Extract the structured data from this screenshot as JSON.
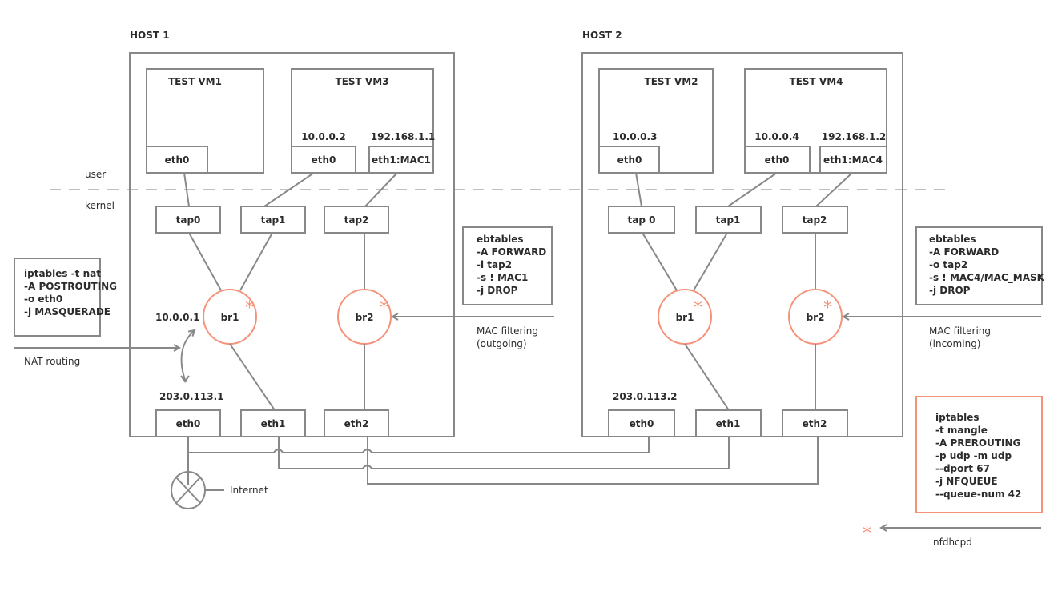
{
  "layers": {
    "user": "user",
    "kernel": "kernel"
  },
  "hosts": [
    {
      "title": "HOST 1",
      "vms": [
        {
          "title": "TEST VM1",
          "ifaces": [
            {
              "name": "eth0",
              "ip": ""
            }
          ]
        },
        {
          "title": "TEST VM3",
          "ifaces": [
            {
              "name": "eth0",
              "ip": "10.0.0.2"
            },
            {
              "name": "eth1:MAC1",
              "ip": "192.168.1.1"
            }
          ]
        }
      ],
      "taps": [
        "tap0",
        "tap1",
        "tap2"
      ],
      "bridges": [
        "br1",
        "br2"
      ],
      "bridge_ip": "10.0.0.1",
      "nics": [
        "eth0",
        "eth1",
        "eth2"
      ],
      "nic_ip": "203.0.113.1"
    },
    {
      "title": "HOST 2",
      "vms": [
        {
          "title": "TEST VM2",
          "ifaces": [
            {
              "name": "eth0",
              "ip": "10.0.0.3"
            }
          ]
        },
        {
          "title": "TEST VM4",
          "ifaces": [
            {
              "name": "eth0",
              "ip": "10.0.0.4"
            },
            {
              "name": "eth1:MAC4",
              "ip": "192.168.1.2"
            }
          ]
        }
      ],
      "taps": [
        "tap 0",
        "tap1",
        "tap2"
      ],
      "bridges": [
        "br1",
        "br2"
      ],
      "nics": [
        "eth0",
        "eth1",
        "eth2"
      ],
      "nic_ip": "203.0.113.2"
    }
  ],
  "annotations": {
    "nat_rule": [
      "iptables -t nat",
      "-A POSTROUTING",
      "-o eth0",
      "-j MASQUERADE"
    ],
    "nat_label": "NAT routing",
    "ebtables_out": [
      "ebtables",
      "-A FORWARD",
      "-i tap2",
      "-s ! MAC1",
      "-j DROP"
    ],
    "mac_out_label": [
      "MAC filtering",
      "(outgoing)"
    ],
    "ebtables_in": [
      "ebtables",
      "-A FORWARD",
      "-o tap2",
      "-s ! MAC4/MAC_MASK",
      "-j DROP"
    ],
    "mac_in_label": [
      "MAC filtering",
      "(incoming)"
    ],
    "iptables_mangle": [
      "iptables",
      "-t mangle",
      "-A PREROUTING",
      "-p udp -m udp",
      "--dport 67",
      "-j NFQUEUE",
      "--queue-num 42"
    ],
    "nfdhcpd_label": "nfdhcpd",
    "internet_label": "Internet",
    "bridge_marker": "*"
  },
  "colors": {
    "line": "#888888",
    "accent": "#f4937a",
    "text": "#2b2b2b"
  }
}
